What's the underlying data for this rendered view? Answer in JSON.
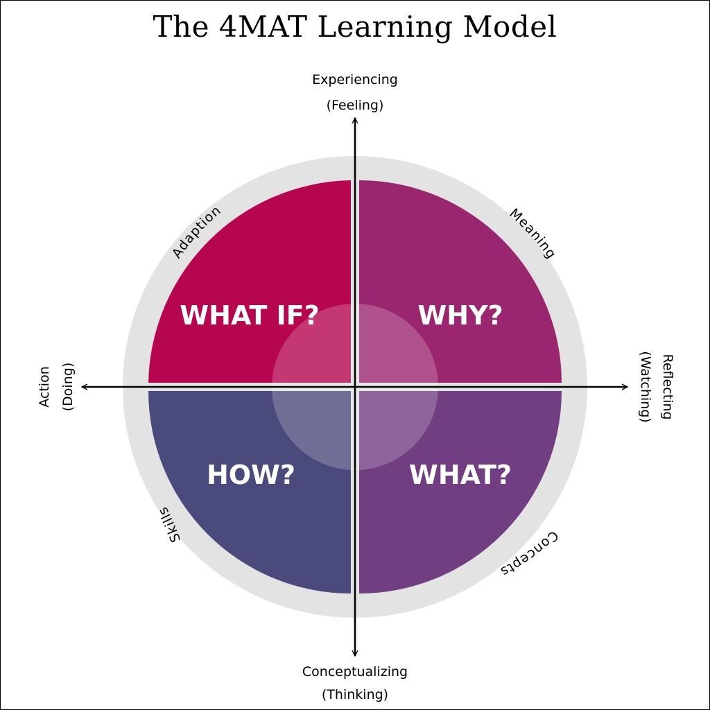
{
  "title": "The 4MAT Learning Model",
  "axes": {
    "top": [
      "Experiencing",
      "(Feeling)"
    ],
    "bottom": [
      "Conceptualizing",
      "(Thinking)"
    ],
    "left": [
      "Action",
      "(Doing)"
    ],
    "right": [
      "Reflecting",
      "(Watching)"
    ]
  },
  "quadrants": {
    "top_left": {
      "label": "WHAT IF?",
      "ring_label": "Adaption",
      "color": "#b5064f"
    },
    "top_right": {
      "label": "WHY?",
      "ring_label": "Meaning",
      "color": "#9a2670"
    },
    "bottom_left": {
      "label": "HOW?",
      "ring_label": "Skills",
      "color": "#4a4a7d"
    },
    "bottom_right": {
      "label": "WHAT?",
      "ring_label": "Concepts",
      "color": "#713e82"
    }
  },
  "colors": {
    "ring": "#e3e3e3",
    "center_overlay": "#ffffff"
  }
}
